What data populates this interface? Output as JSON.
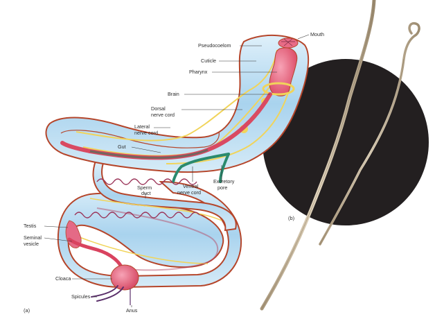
{
  "panel_a": {
    "panel_label": "(a)",
    "labels": {
      "mouth": "Mouth",
      "pseudocoelom": "Pseudocoelom",
      "cuticle": "Cuticle",
      "pharynx": "Pharynx",
      "brain": "Brain",
      "dorsal_line1": "Dorsal",
      "dorsal_line2": "nerve cord",
      "lateral_line1": "Lateral",
      "lateral_line2": "nerve cord",
      "gut": "Gut",
      "sperm_line1": "Sperm",
      "sperm_line2": "duct",
      "ventral_line1": "Ventral",
      "ventral_line2": "nerve cord",
      "excretory_line1": "Excretory",
      "excretory_line2": "pore",
      "testis": "Testis",
      "seminal_line1": "Seminal",
      "seminal_line2": "vesicle",
      "cloaca": "Cloaca",
      "spicules": "Spicules",
      "anus": "Anus"
    }
  },
  "panel_b": {
    "panel_label": "(b)"
  },
  "colors": {
    "body_fill": "#bfe0f2",
    "body_edge": "#b5452a",
    "pharynx": "#e85a78",
    "nerve": "#f1d45a",
    "gut": "#d94a62",
    "excretory": "#2a8a6e",
    "background_disc": "#231f20",
    "worm": "#c9b79a"
  }
}
